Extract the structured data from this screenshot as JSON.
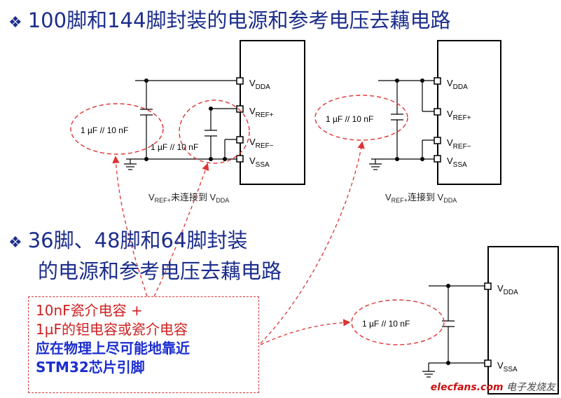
{
  "headings": {
    "h1": "100脚和144脚封装的电源和参考电压去藕电路",
    "h2_line1": "36脚、48脚和64脚封装",
    "h2_line2": "的电源和参考电压去藕电路"
  },
  "bullet": "❖",
  "pins": {
    "vdda_main": "V",
    "vdda_sub": "DDA",
    "vrefp_main": "V",
    "vrefp_sub": "REF+",
    "vrefm_main": "V",
    "vrefm_sub": "REF−",
    "vssa_main": "V",
    "vssa_sub": "SSA"
  },
  "cap_label": "1 µF // 10 nF",
  "captions": {
    "left_pre": "REF+",
    "left_mid": "未连接到 V",
    "left_post": "DDA",
    "right_pre": "REF+",
    "right_mid": "连接到 V",
    "right_post": "DDA"
  },
  "note": {
    "line1": "10nF瓷介电容 +",
    "line2": "1µF的钽电容或瓷介电容",
    "line3": "应在物理上尽可能地靠近",
    "line4": "STM32芯片引脚"
  },
  "watermark": {
    "brand": "elecfans.com",
    "cn": "电子发烧友"
  },
  "colors": {
    "heading": "#1c2e8c",
    "red": "#d02020",
    "blue": "#1c2ed0"
  }
}
